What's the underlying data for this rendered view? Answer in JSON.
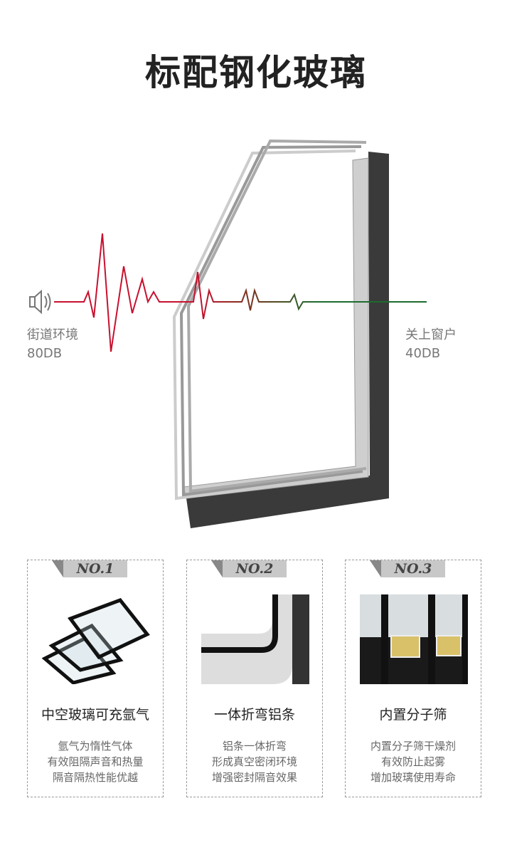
{
  "title": "标配钢化玻璃",
  "diagram": {
    "left_label": "街道环境",
    "left_db": "80DB",
    "right_label": "关上窗户",
    "right_db": "40DB",
    "wave_start_color": "#c8102e",
    "wave_end_color": "#1e6b2e"
  },
  "cards": [
    {
      "badge": "NO.1",
      "title": "中空玻璃可充氩气",
      "lines": [
        "氩气为惰性气体",
        "有效阻隔声音和热量",
        "隔音隔热性能优越"
      ]
    },
    {
      "badge": "NO.2",
      "title": "一体折弯铝条",
      "lines": [
        "铝条一体折弯",
        "形成真空密闭环境",
        "增强密封隔音效果"
      ]
    },
    {
      "badge": "NO.3",
      "title": "内置分子筛",
      "lines": [
        "内置分子筛干燥剂",
        "有效防止起雾",
        "增加玻璃使用寿命"
      ]
    }
  ]
}
